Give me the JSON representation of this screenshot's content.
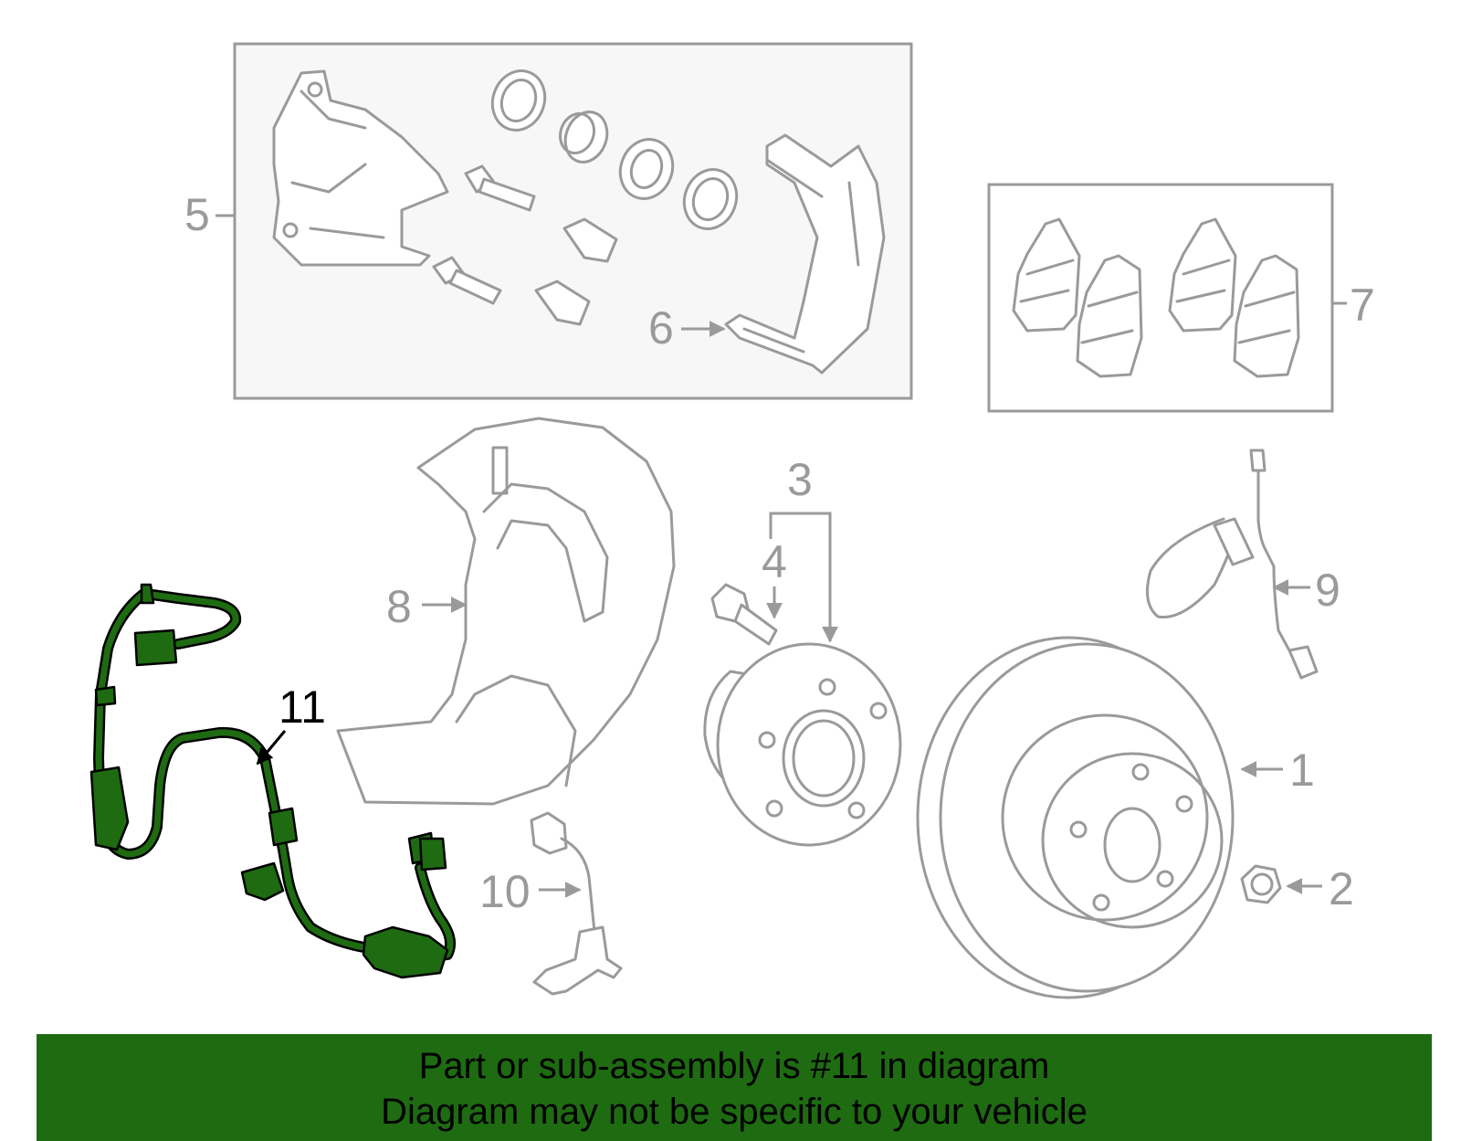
{
  "diagram": {
    "callouts": {
      "c1": "1",
      "c2": "2",
      "c3": "3",
      "c4": "4",
      "c5": "5",
      "c6": "6",
      "c7": "7",
      "c8": "8",
      "c9": "9",
      "c10": "10",
      "c11": "11"
    },
    "highlighted_part": "11",
    "highlight_color": "#1e6b12",
    "line_color": "#9a9a9a"
  },
  "banner": {
    "line1": "Part or sub-assembly is #11 in diagram",
    "line2": "Diagram may not be specific to your vehicle"
  }
}
